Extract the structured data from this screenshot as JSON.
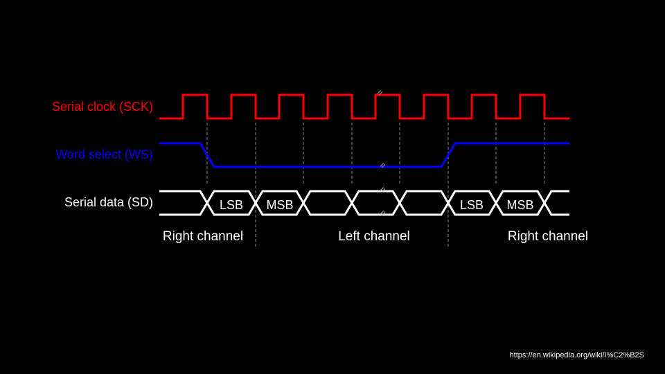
{
  "signals": {
    "sck": {
      "label": "Serial clock (SCK)",
      "color": "#ff0000"
    },
    "ws": {
      "label": "Word select (WS)",
      "color": "#0000ff"
    },
    "sd": {
      "label": "Serial data (SD)",
      "color": "#ffffff"
    }
  },
  "data_cells": [
    "LSB",
    "MSB",
    "LSB",
    "MSB"
  ],
  "channels": [
    "Right channel",
    "Left channel",
    "Right channel"
  ],
  "break_mark": "≈",
  "source_url": "https://en.wikipedia.org/wiki/I%C2%B2S",
  "colors": {
    "background": "#000000",
    "guide": "#8a8a8a",
    "text": "#ffffff"
  }
}
